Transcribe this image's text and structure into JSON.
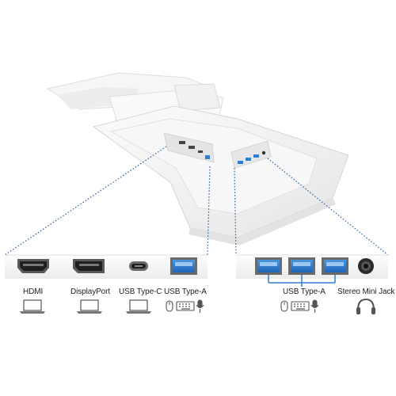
{
  "left_group": {
    "ports": [
      {
        "label": "HDMI",
        "icon": "hdmi-port-icon",
        "device_icon": "laptop-icon"
      },
      {
        "label": "DisplayPort",
        "icon": "displayport-icon",
        "device_icon": "laptop-icon"
      },
      {
        "label": "USB Type-C",
        "icon": "usb-c-port-icon",
        "device_icon": "laptop-icon"
      },
      {
        "label": "USB Type-A",
        "icon": "usb-a-port-icon",
        "device_icons": [
          "mouse-icon",
          "keyboard-icon",
          "microphone-icon"
        ]
      }
    ]
  },
  "right_group": {
    "usb_label": "USB Type-A",
    "usb_port_count": 3,
    "usb_device_icons": [
      "mouse-icon",
      "keyboard-icon",
      "microphone-icon"
    ],
    "jack_label": "Stereo Mini Jack",
    "jack_device_icon": "headphones-icon"
  },
  "colors": {
    "callout_line": "#3e6fa8",
    "usb_a_blue": "#2f7fd0",
    "port_gray": "#6a6a6a",
    "bracket_blue": "#2f7fd0",
    "monitor_white": "#f4f4f4"
  }
}
